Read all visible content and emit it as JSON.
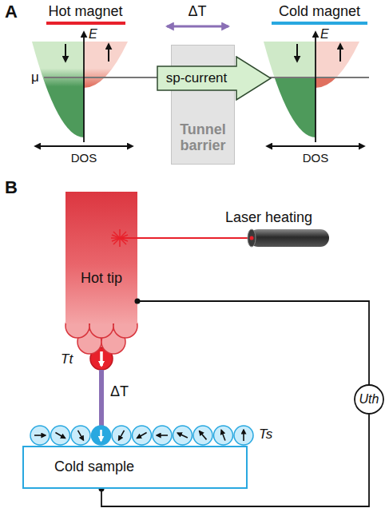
{
  "diagram": {
    "nodes": [
      {
        "text": [
          "sp-current"
        ]
      },
      {
        "text": [
          "Tunnel barrier"
        ]
      },
      {
        "text": [
          "Hot tip"
        ]
      },
      {
        "text": [
          "Uth"
        ]
      },
      {
        "text": [
          "Cold sample"
        ]
      }
    ],
    "edges": [
      {
        "from": 2,
        "to": 3,
        "arrow": "none"
      },
      {
        "from": 4,
        "to": 3,
        "arrow": "none"
      }
    ],
    "labels": [
      "A",
      "Hot magnet",
      "ΔT",
      "Cold magnet",
      "E",
      "μ",
      "DOS",
      "E",
      "DOS",
      "B",
      "Laser heating",
      "Tt",
      "ΔT",
      "Ts"
    ]
  }
}
